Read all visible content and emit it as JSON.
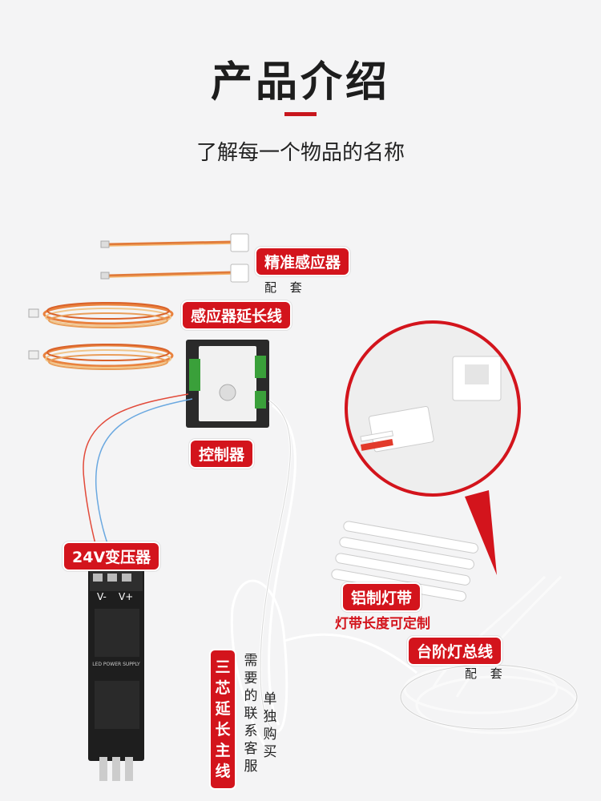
{
  "header": {
    "title": "产品介绍",
    "subtitle": "了解每一个物品的名称"
  },
  "labels": {
    "sensor": "精准感应器",
    "sensor_note": "配 套",
    "sensor_ext": "感应器延长线",
    "controller": "控制器",
    "transformer": "24V变压器",
    "transformer_terminals": [
      "V-",
      "V+"
    ],
    "aluminum_strip": "铝制灯带",
    "strip_note": "灯带长度可定制",
    "step_bus": "台阶灯总线",
    "bus_note": "配 套",
    "main_line": "三芯延长主线",
    "contact_note": "需要的联系客服",
    "buy_note": "单独购买",
    "psu_text": "LED POWER SUPPLY"
  },
  "colors": {
    "accent": "#d3141c",
    "bg": "#f4f4f5"
  }
}
